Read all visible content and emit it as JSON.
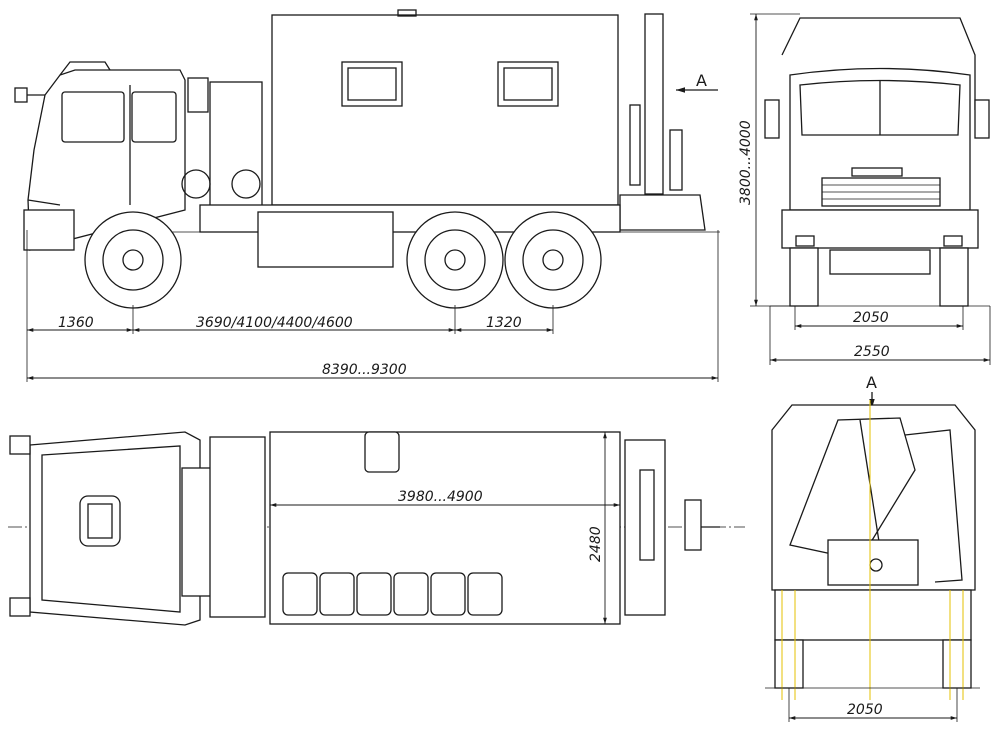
{
  "dimensions": {
    "side_front_overhang": "1360",
    "side_wheelbase": "3690/4100/4400/4600",
    "side_bogie": "1320",
    "side_overall_length": "8390...9300",
    "front_height": "3800...4000",
    "front_track": "2050",
    "front_width": "2550",
    "top_body_length": "3980...4900",
    "top_body_width": "2480",
    "rear_track": "2050"
  },
  "section_markers": {
    "side_view_arrow_label": "A",
    "rear_view_label": "A"
  },
  "colors": {
    "line": "#1a1a1a",
    "centerline_accent": "#e6c200",
    "background": "#ffffff"
  }
}
